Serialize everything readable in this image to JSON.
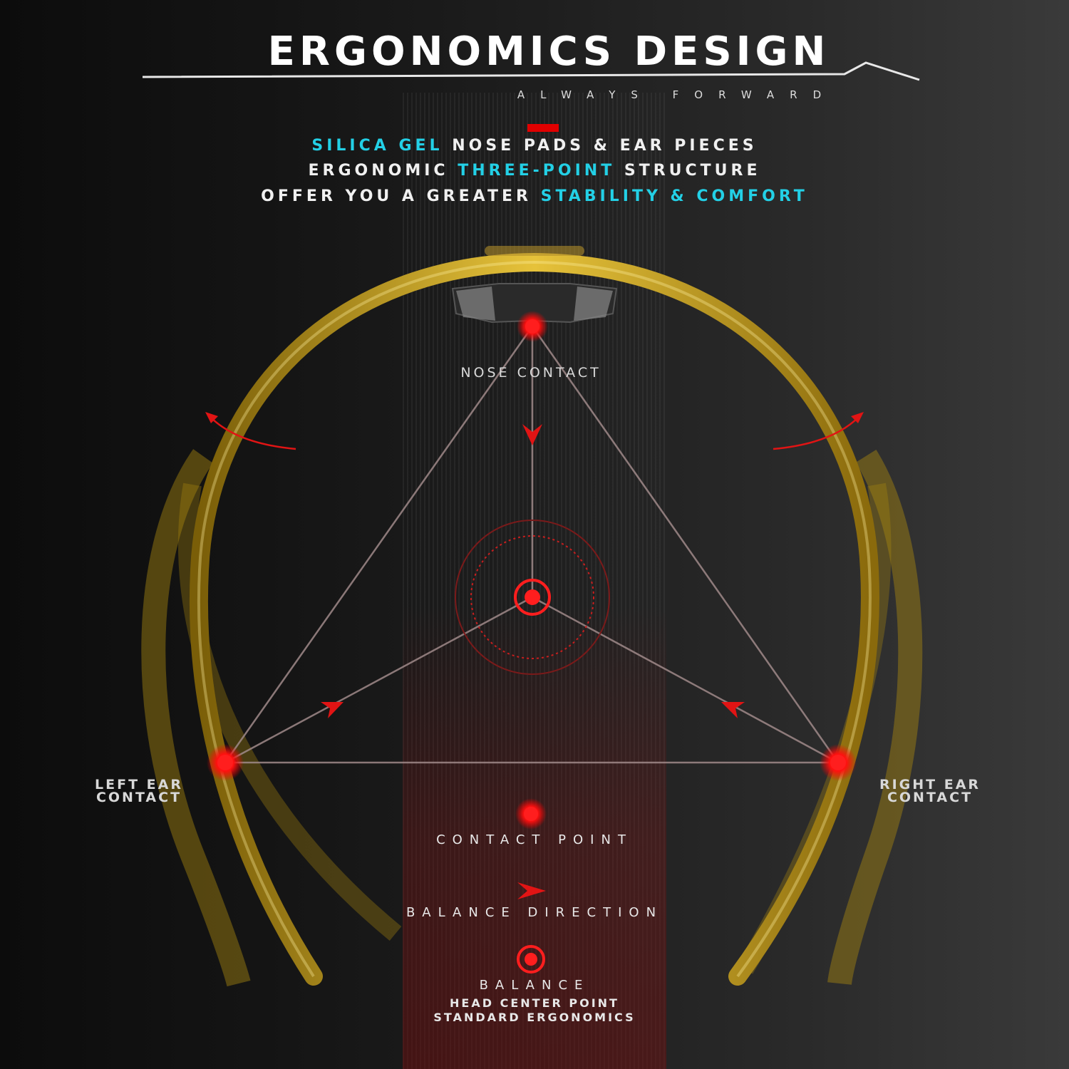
{
  "header": {
    "title": "ERGONOMICS DESIGN",
    "subtitle": "ALWAYS FORWARD"
  },
  "tagline": {
    "line1": {
      "hl": "SILICA GEL",
      "rest": " NOSE PADS & EAR PIECES"
    },
    "line2": {
      "pre": "ERGONOMIC ",
      "hl": "THREE-POINT",
      "post": " STRUCTURE"
    },
    "line3": {
      "pre": "OFFER YOU A GREATER ",
      "hl": "STABILITY & COMFORT"
    }
  },
  "points": {
    "nose": "NOSE CONTACT",
    "left_line1": "LEFT EAR",
    "left_line2": "CONTACT",
    "right_line1": "RIGHT EAR",
    "right_line2": "CONTACT"
  },
  "legend": {
    "contact": "CONTACT POINT",
    "direction": "BALANCE DIRECTION",
    "balance": "BALANCE",
    "balance_sub1": "HEAD CENTER POINT",
    "balance_sub2": "STANDARD ERGONOMICS"
  },
  "colors": {
    "accent_cyan": "#23d0e6",
    "accent_red": "#e10000",
    "frame_gold": "#c9a21a"
  }
}
